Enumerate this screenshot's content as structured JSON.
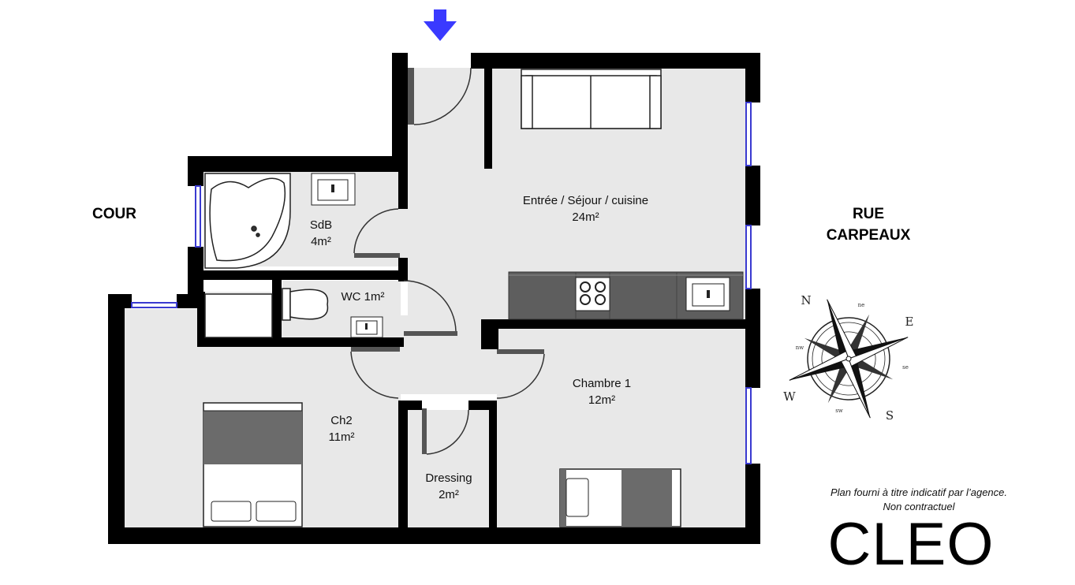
{
  "rooms": {
    "sejour": {
      "name": "Entrée / Séjour / cuisine",
      "area": "24m²"
    },
    "sdb": {
      "name": "SdB",
      "area": "4m²"
    },
    "wc": {
      "name": "WC 1m²"
    },
    "chambre1": {
      "name": "Chambre 1",
      "area": "12m²"
    },
    "ch2": {
      "name": "Ch2",
      "area": "11m²"
    },
    "dressing": {
      "name": "Dressing",
      "area": "2m²"
    }
  },
  "sides": {
    "left": "COUR",
    "right_line1": "RUE",
    "right_line2": "CARPEAUX"
  },
  "compass": {
    "n": "N",
    "e": "E",
    "s": "S",
    "w": "W",
    "ne": "ne",
    "nw": "nw",
    "se": "se",
    "sw": "sw"
  },
  "disclaimer": {
    "line1": "Plan fourni à titre indicatif par l’agence.",
    "line2": "Non contractuel"
  },
  "brand": "CLEO",
  "colors": {
    "wall": "#000000",
    "floor": "#e8e8e8",
    "furniture_dark": "#6b6b6b",
    "counter": "#5e5e5e",
    "window": "#3a3ad0",
    "entry_arrow": "#3a3aff"
  }
}
